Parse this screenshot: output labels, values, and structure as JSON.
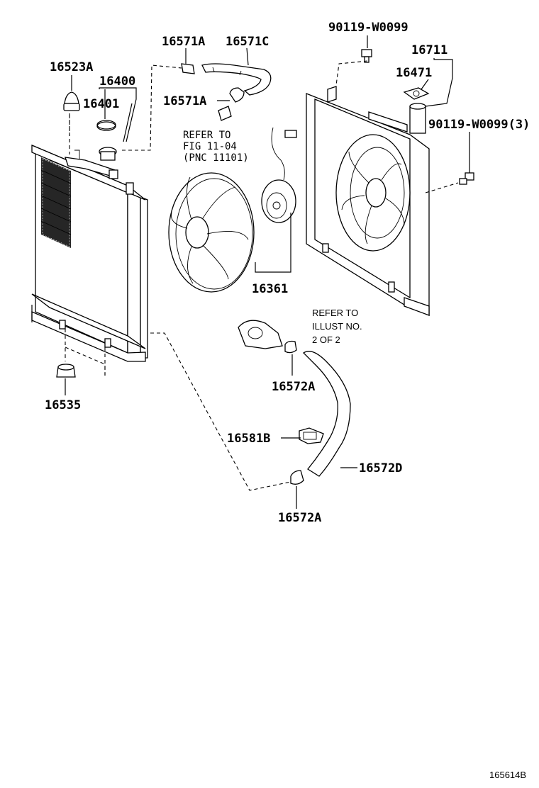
{
  "labels": {
    "p16523A": "16523A",
    "p16400": "16400",
    "p16401": "16401",
    "p16571A_top": "16571A",
    "p16571C": "16571C",
    "p16571A_mid": "16571A",
    "p16535": "16535",
    "p16361": "16361",
    "p90119_top": "90119-W0099",
    "p16711": "16711",
    "p16471": "16471",
    "p90119_side": "90119-W0099(3)",
    "p16572A_upper": "16572A",
    "p16581B": "16581B",
    "p16572D": "16572D",
    "p16572A_lower": "16572A"
  },
  "notes": {
    "refer_fig_line1": "REFER TO",
    "refer_fig_line2": "FIG 11-04",
    "refer_fig_line3": "(PNC 11101)",
    "refer_illust_line1": "REFER TO",
    "refer_illust_line2": "ILLUST NO.",
    "refer_illust_line3": "2 OF 2"
  },
  "figure_id": "165614B"
}
